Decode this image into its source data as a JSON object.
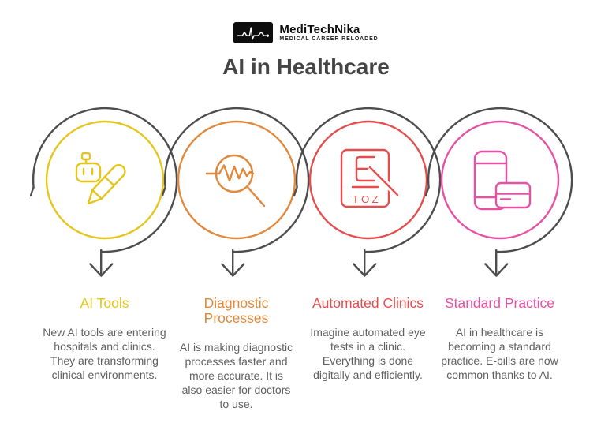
{
  "logo": {
    "name": "MediTechNika",
    "tagline": "MEDICAL CAREER RELOADED",
    "icon": "ekg-heartbeat-icon"
  },
  "title": "AI in Healthcare",
  "colors": {
    "yellow": "#e5c51c",
    "orange": "#e0883b",
    "red": "#e64c4c",
    "pink": "#e751a3",
    "frame_gray": "#4d4d4d",
    "title_gray": "#454545",
    "body_gray": "#5f5f5f",
    "logo_black": "#0d0d0d"
  },
  "items": [
    {
      "heading": "AI Tools",
      "color": "#e5c51c",
      "icon": "robot-pencil-icon",
      "description": "New AI tools are entering hospitals and clinics. They are transforming clinical environments."
    },
    {
      "heading": "Diagnostic Processes",
      "color": "#e0883b",
      "icon": "magnifier-waveform-icon",
      "description": "AI is making diagnostic processes faster and more accurate. It is also easier for doctors to use."
    },
    {
      "heading": "Automated Clinics",
      "color": "#e64c4c",
      "icon": "eye-chart-icon",
      "icon_letters_top": "E",
      "icon_letters_row": "TOZ",
      "description": "Imagine automated eye tests in a clinic. Everything is done digitally and efficiently."
    },
    {
      "heading": "Standard Practice",
      "color": "#e751a3",
      "icon": "phone-card-icon",
      "description": "AI in healthcare is becoming a standard practice. E-bills are now common thanks to AI."
    }
  ]
}
